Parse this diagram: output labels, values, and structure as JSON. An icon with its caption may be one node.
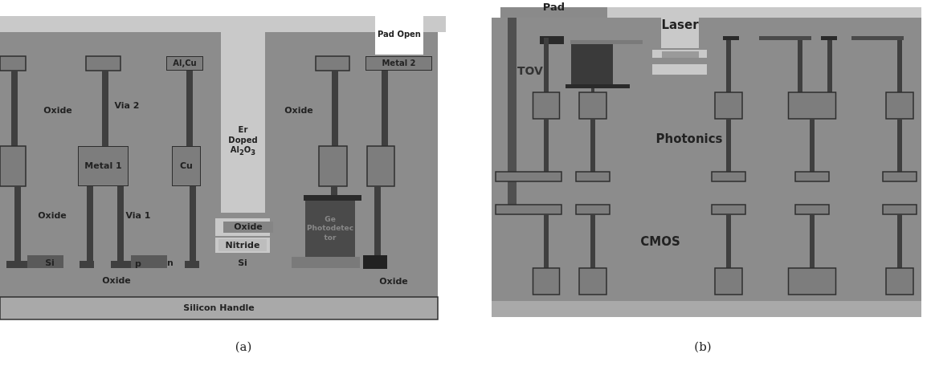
{
  "diagram": {
    "nodes": [
      {
        "text": [
          "Pad Open"
        ]
      },
      {
        "text": [
          "Al,Cu"
        ]
      },
      {
        "text": [
          "Metal 2"
        ]
      },
      {
        "text": [
          "Metal 1"
        ]
      },
      {
        "text": [
          "Cu"
        ]
      },
      {
        "text": [
          "Er Doped Al$_{2}$O$_{3}$"
        ]
      },
      {
        "text": [
          "Oxide"
        ]
      },
      {
        "text": [
          "Nitride"
        ]
      },
      {
        "text": [
          "Ge Photodetector"
        ]
      },
      {
        "text": [
          "Silicon Handle"
        ]
      },
      {
        "text": [
          "Pad"
        ]
      },
      {
        "text": [
          "Laser"
        ]
      }
    ],
    "edges": [],
    "labels": [
      "Oxide",
      "Via 2",
      "Oxide",
      "TOV",
      "Photonics",
      "Oxide",
      "Via 1",
      "Si",
      "p",
      "n",
      "Si",
      "Oxide",
      "Oxide",
      "CMOS",
      "(a)",
      "(b)"
    ]
  }
}
